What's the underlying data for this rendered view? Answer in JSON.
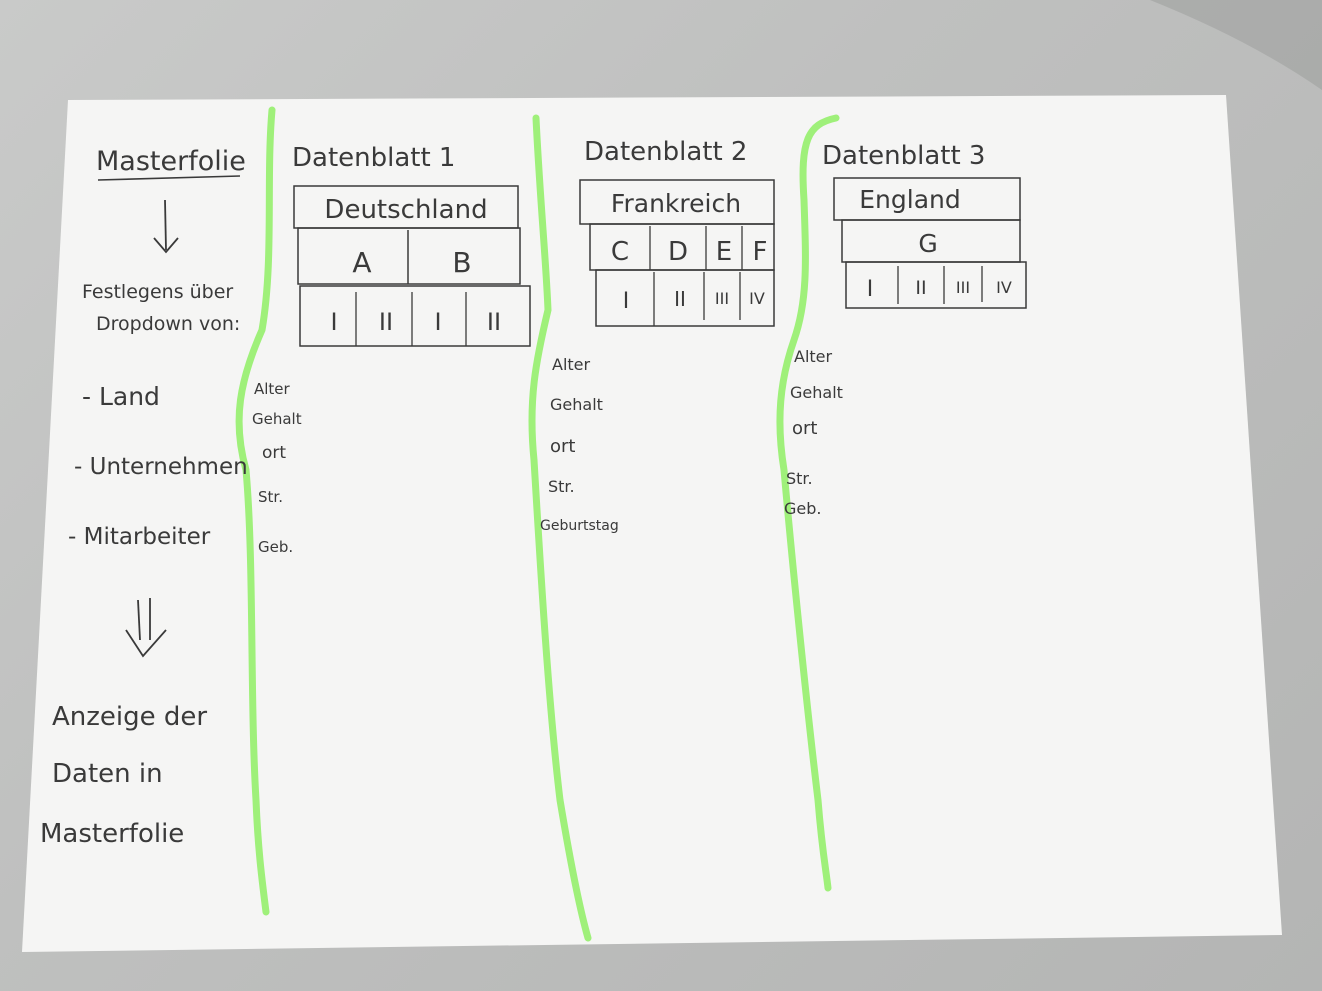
{
  "master": {
    "title": "Masterfolie",
    "step1_line1": "Festlegens über",
    "step1_line2": "Dropdown von:",
    "items": [
      "- Land",
      "- Unternehmen",
      "- Mitarbeiter"
    ],
    "result_line1": "Anzeige der",
    "result_line2": "Daten in",
    "result_line3": "Masterfolie"
  },
  "sheets": [
    {
      "title": "Datenblatt 1",
      "country": "Deutschland",
      "companies": [
        "A",
        "B"
      ],
      "employees": [
        "I",
        "II",
        "I",
        "II"
      ],
      "fields": [
        "Alter",
        "Gehalt",
        "ort",
        "Str.",
        "Geb."
      ]
    },
    {
      "title": "Datenblatt 2",
      "country": "Frankreich",
      "companies": [
        "C",
        "D",
        "E",
        "F"
      ],
      "employees": [
        "I",
        "II",
        "III",
        "IV"
      ],
      "fields": [
        "Alter",
        "Gehalt",
        "ort",
        "Str.",
        "Geburtstag"
      ]
    },
    {
      "title": "Datenblatt 3",
      "country": "England",
      "companies": [
        "G"
      ],
      "employees": [
        "I",
        "II",
        "III",
        "IV"
      ],
      "fields": [
        "Alter",
        "Gehalt",
        "ort",
        "Str.",
        "Geb."
      ]
    }
  ],
  "colors": {
    "paper": "#f5f5f4",
    "ink": "#3a3a3a",
    "highlighter": "#9ff07a",
    "background": "#c2c3c2"
  }
}
